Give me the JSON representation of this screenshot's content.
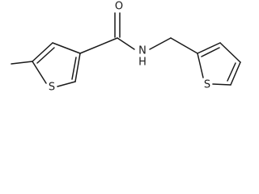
{
  "molecule": {
    "atoms": {
      "oxygen": "O",
      "amide_nitrogen": "N",
      "amide_hydrogen": "H",
      "sulfur_left_ring": "S",
      "sulfur_right_ring": "S"
    }
  }
}
